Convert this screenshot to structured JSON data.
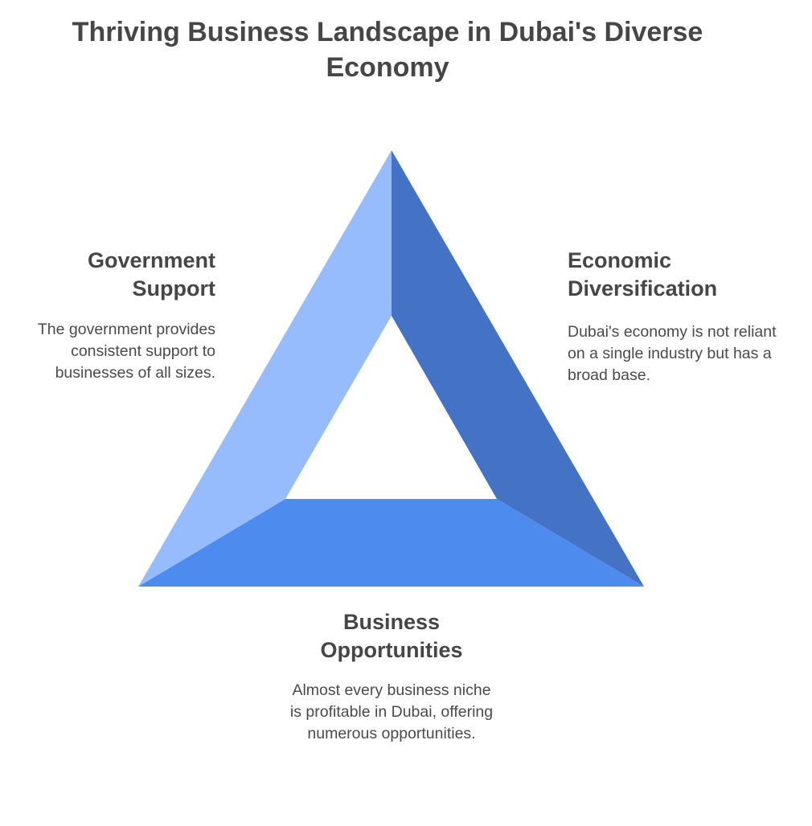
{
  "title": "Thriving Business Landscape in Dubai's Diverse Economy",
  "colors": {
    "left": "#97BCFD",
    "right": "#4472C4",
    "bottom": "#4D8BEE",
    "text": "#464646"
  },
  "sections": {
    "government": {
      "heading": "Government Support",
      "text": "The government provides consistent support to businesses of all sizes."
    },
    "economic": {
      "heading": "Economic Diversification",
      "text": "Dubai's economy is not reliant on a single industry but has a broad base."
    },
    "business": {
      "heading": "Business Opportunities",
      "text": "Almost every business niche is profitable in Dubai, offering numerous opportunities."
    }
  }
}
